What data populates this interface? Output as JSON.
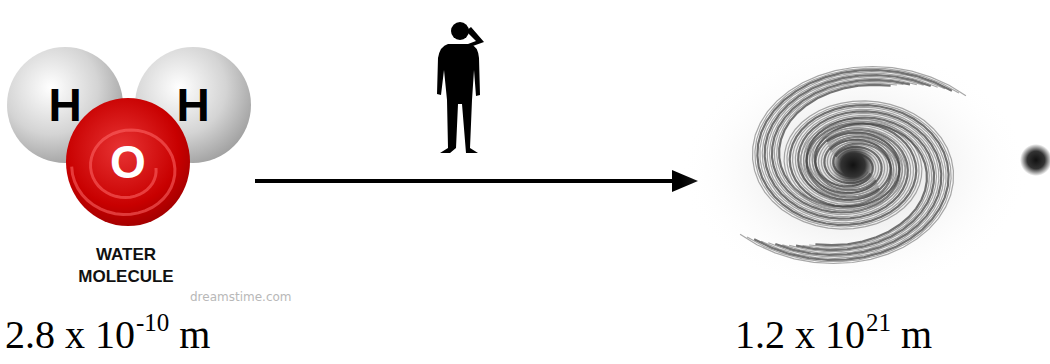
{
  "diagram": {
    "nodes": [
      {
        "text": [
          "H"
        ]
      },
      {
        "text": [
          "O"
        ]
      },
      {
        "text": [
          "H"
        ]
      }
    ],
    "labels": [
      "WATER MOLECULE",
      "dreamstime.com",
      "2.8 x 10",
      "-10",
      "m",
      "1.2 x 10",
      "21",
      "m"
    ]
  }
}
